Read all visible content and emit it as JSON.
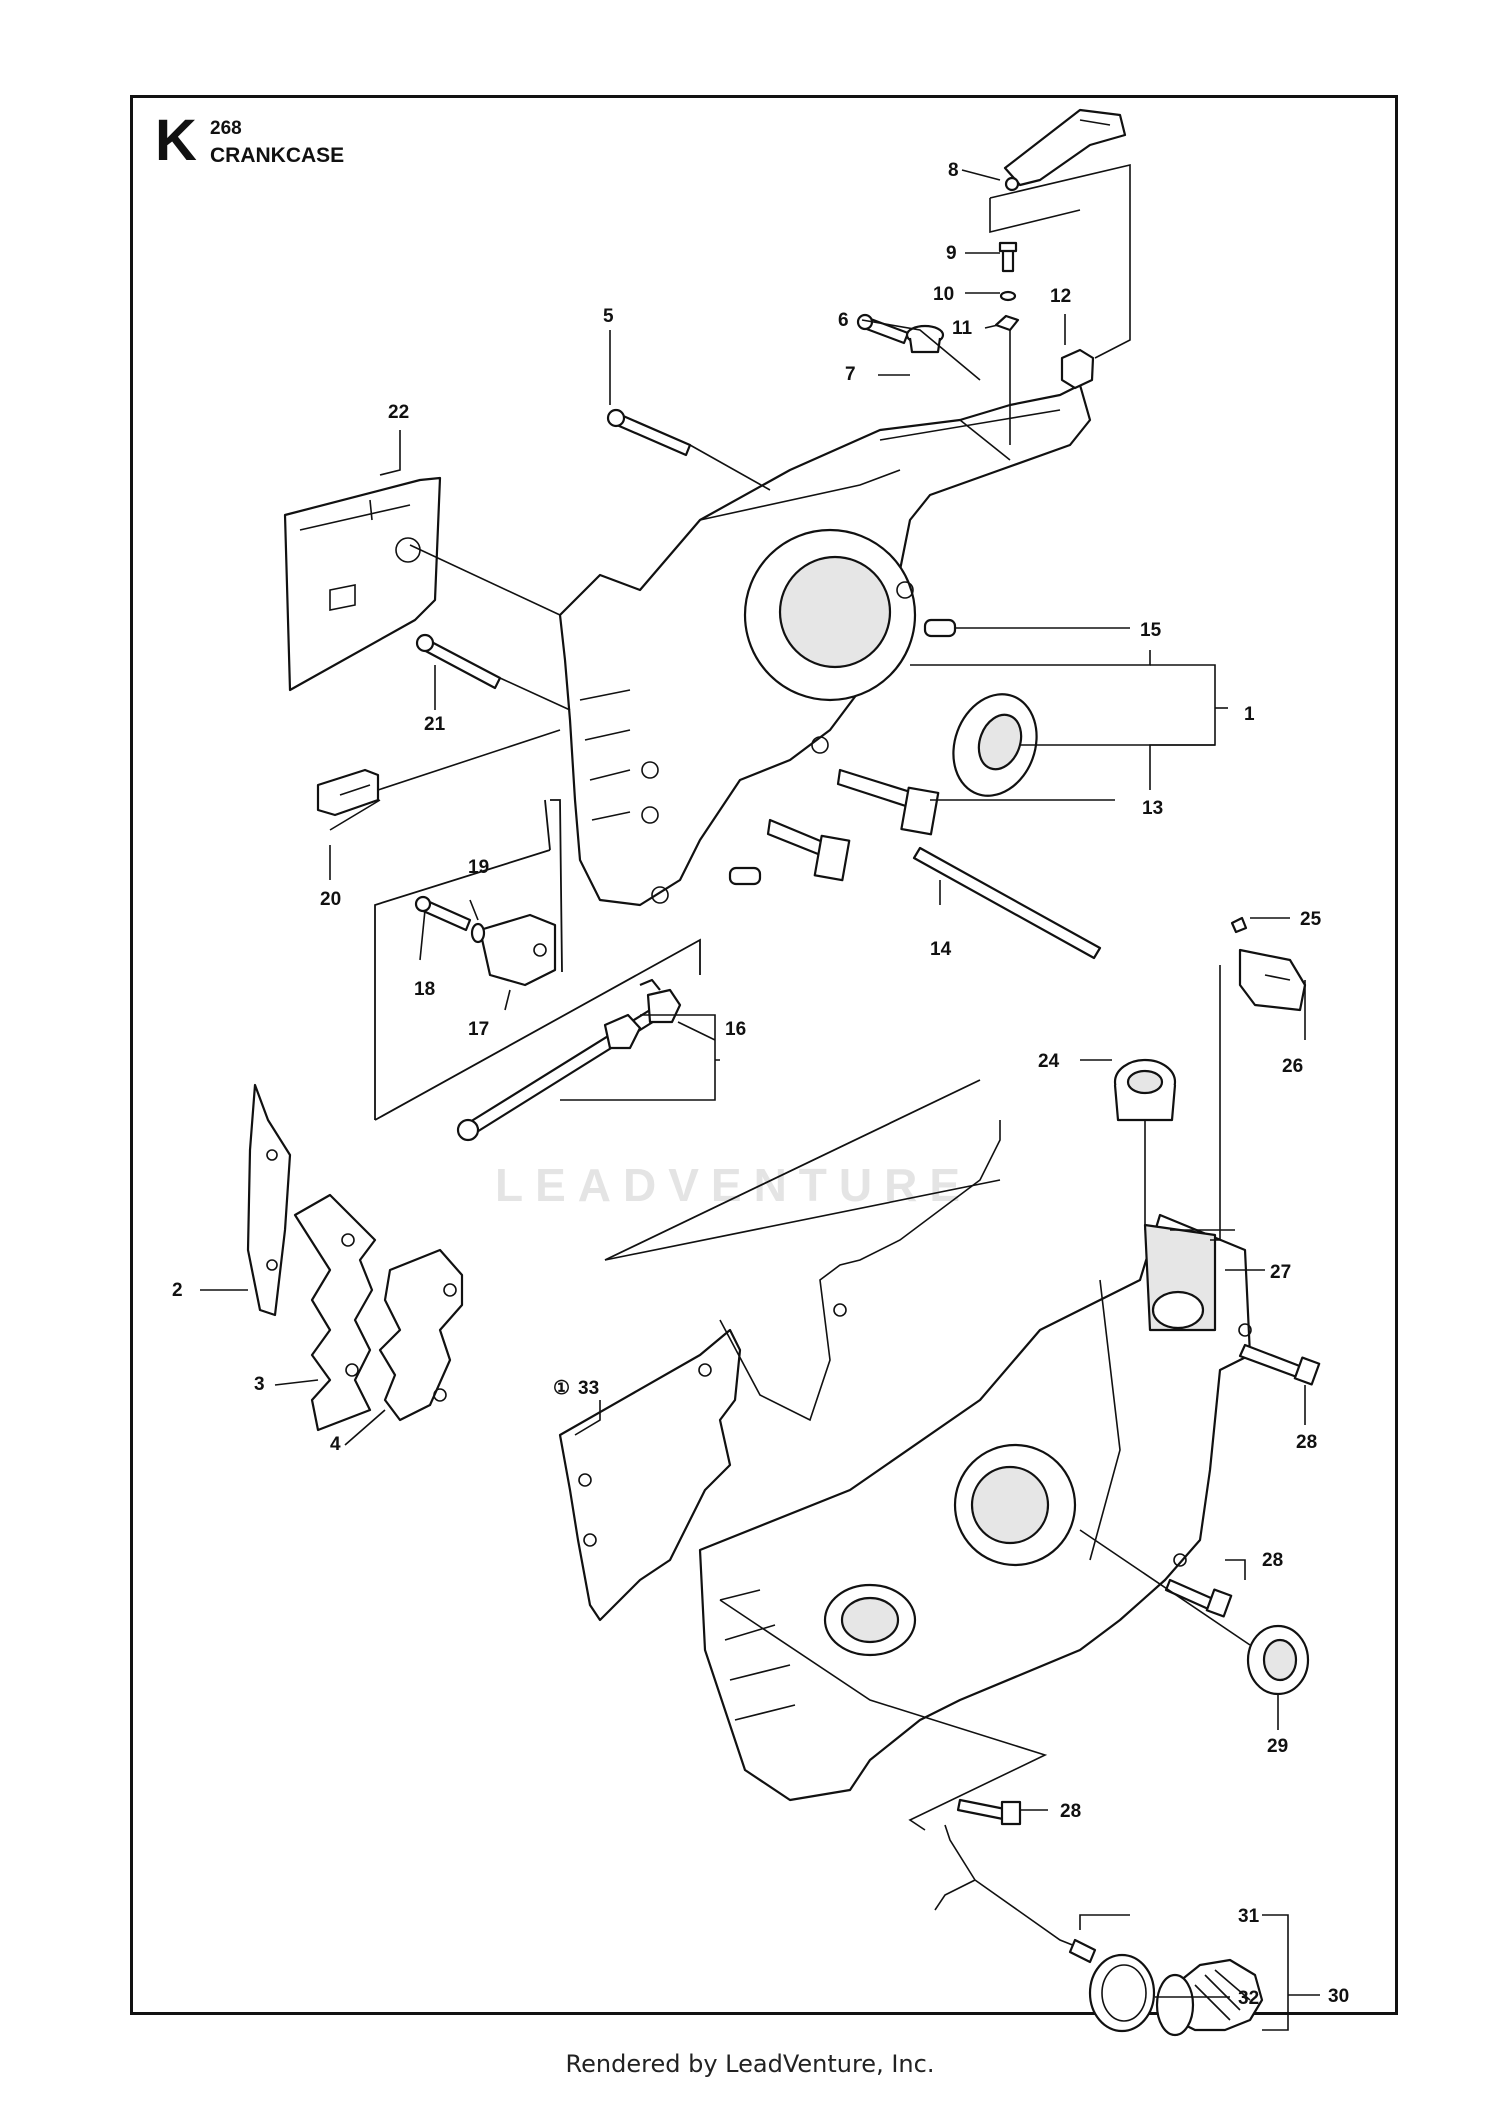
{
  "header": {
    "section_letter": "K",
    "model": "268",
    "title": "CRANKCASE"
  },
  "watermark": "LEADVENTURE",
  "footer": "Rendered by LeadVenture, Inc.",
  "callouts": {
    "c1": "1",
    "c2": "2",
    "c3": "3",
    "c4": "4",
    "c5": "5",
    "c6": "6",
    "c7": "7",
    "c8": "8",
    "c9": "9",
    "c10": "10",
    "c11": "11",
    "c12": "12",
    "c13": "13",
    "c14": "14",
    "c15": "15",
    "c16": "16",
    "c17": "17",
    "c18": "18",
    "c19": "19",
    "c20": "20",
    "c21": "21",
    "c22": "22",
    "c24": "24",
    "c25": "25",
    "c26": "26",
    "c27": "27",
    "c28a": "28",
    "c28b": "28",
    "c28c": "28",
    "c29": "29",
    "c30": "30",
    "c31": "31",
    "c32": "32",
    "c33": "33",
    "c33_marker": "①"
  },
  "colors": {
    "line": "#111111",
    "background": "#ffffff",
    "watermark": "#e4e4e4"
  }
}
